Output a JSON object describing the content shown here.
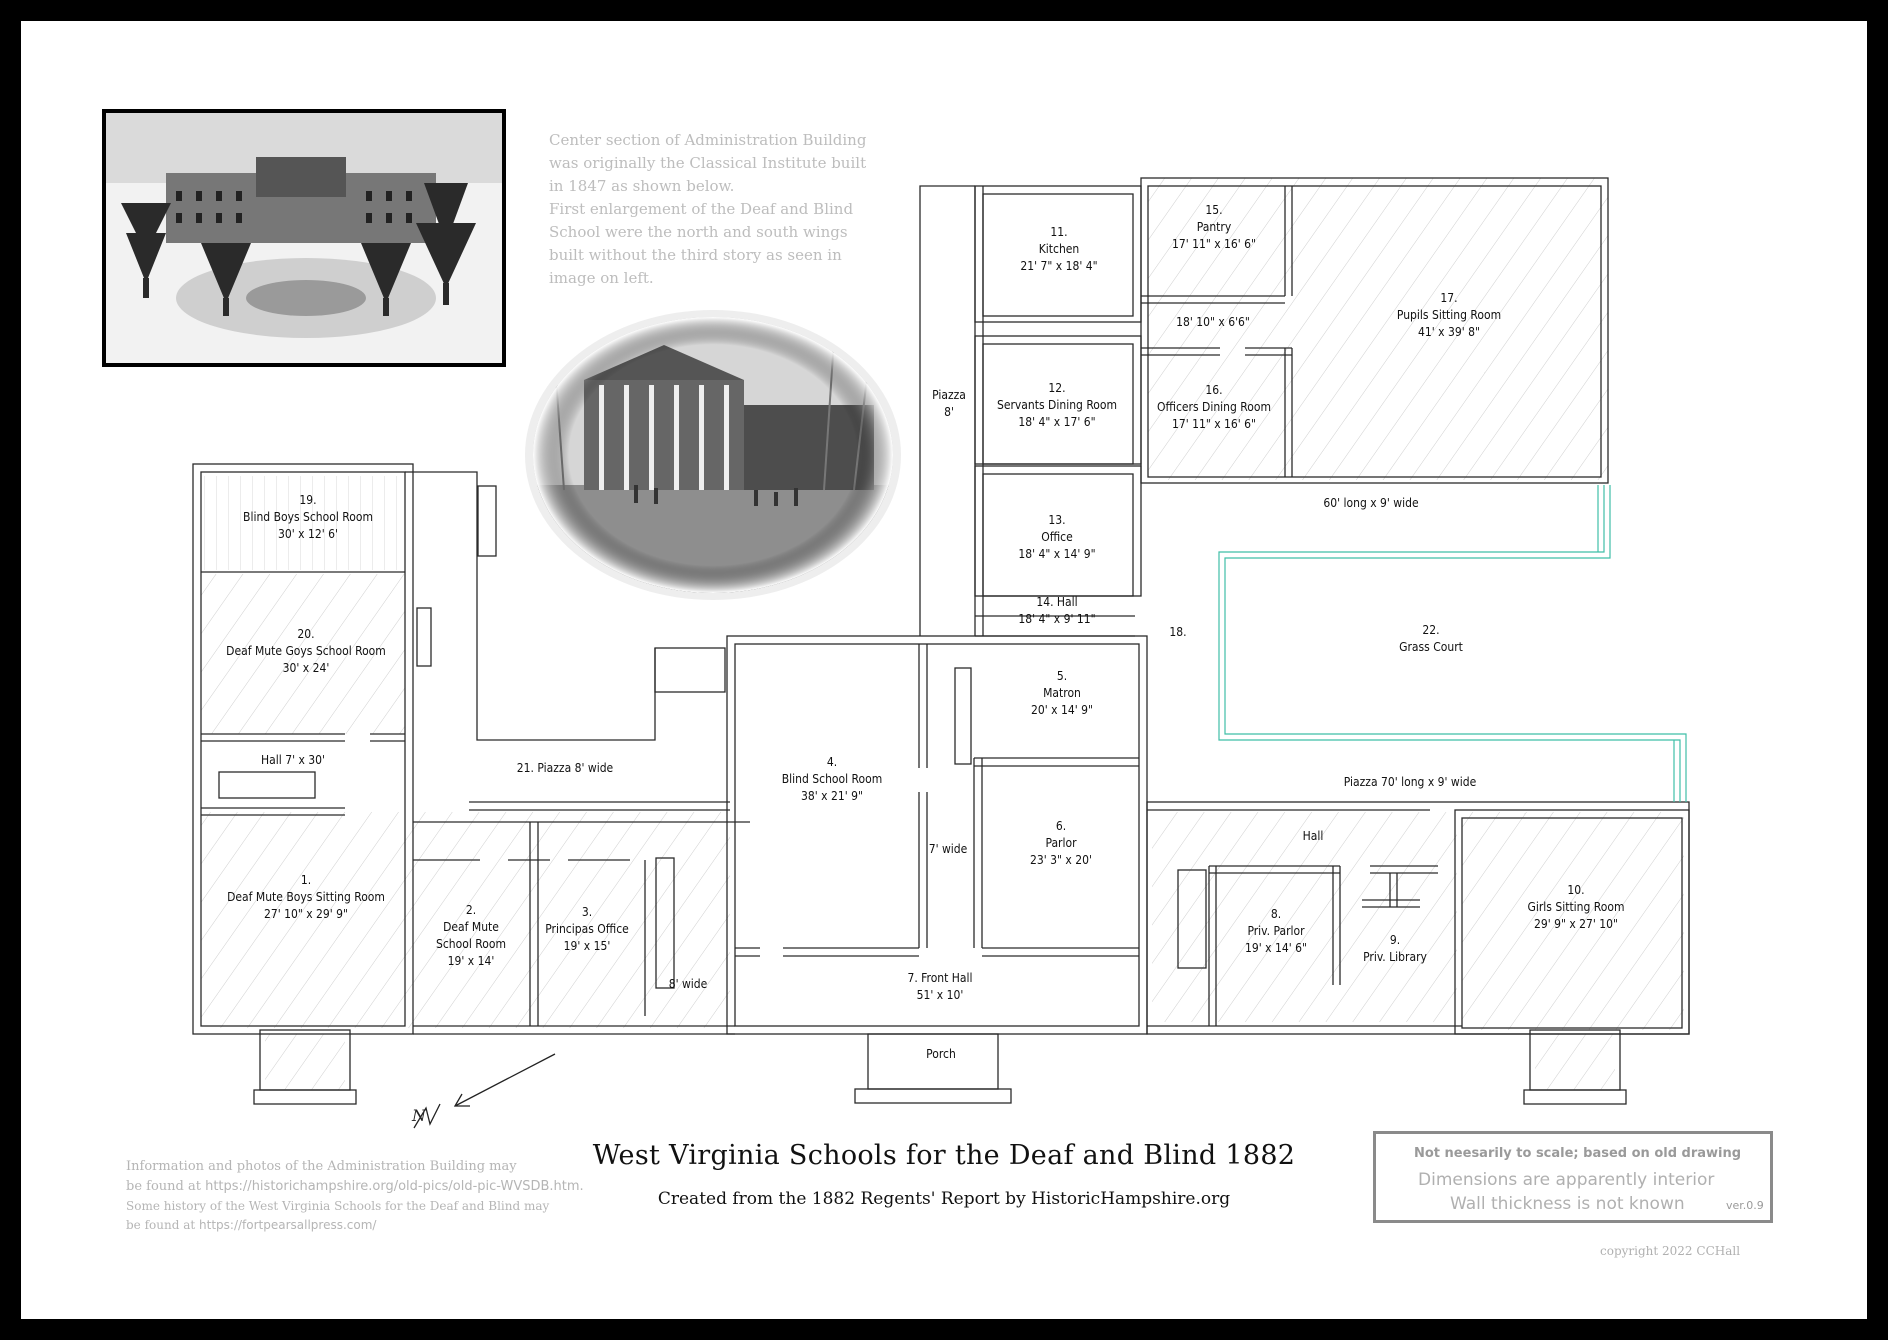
{
  "title": "West Virginia Schools for the Deaf and Blind 1882",
  "subtitle": "Created from the 1882 Regents' Report by HistoricHampshire.org",
  "history_note": [
    "Center section of Administration Building",
    "was originally the Classical Institute built",
    "in 1847 as shown below.",
    "First enlargement of the Deaf and Blind",
    "School were the north and south wings",
    "built without the third story as seen in",
    "image on left."
  ],
  "info_note": {
    "line1": "Information and photos of the Administration Building may",
    "line2_prefix": "be found at ",
    "line2_url": "https://historichampshire.org/old-pics/old-pic-WVSDB.htm.",
    "line3": "Some history of the West Virginia Schools for the Deaf and Blind may",
    "line4_prefix": "be found at ",
    "line4_url": "https://fortpearsallpress.com/"
  },
  "scale_box": {
    "line1": "Not neesarily to scale; based on old drawing",
    "line2": "Dimensions are apparently interior",
    "line3": "Wall thickness is not known",
    "version": "ver.0.9"
  },
  "copyright": "copyright 2022 CCHall",
  "north_label": "N",
  "rooms": {
    "r1": {
      "num": "1.",
      "name": "Deaf Mute Boys Sitting Room",
      "dim": "27' 10\" x 29' 9\""
    },
    "r2": {
      "num": "2.",
      "name": "Deaf Mute",
      "name2": "School Room",
      "dim": "19' x 14'"
    },
    "r3": {
      "num": "3.",
      "name": "Principas Office",
      "dim": "19' x 15'"
    },
    "r4": {
      "num": "4.",
      "name": "Blind School Room",
      "dim": "38' x 21' 9\""
    },
    "r5": {
      "num": "5.",
      "name": "Matron",
      "dim": "20' x 14' 9\""
    },
    "r6": {
      "num": "6.",
      "name": "Parlor",
      "dim": "23' 3\" x 20'"
    },
    "r7": {
      "num": "7.  Front Hall",
      "dim": "51' x 10'"
    },
    "r8": {
      "num": "8.",
      "name": "Priv. Parlor",
      "dim": "19' x 14' 6\""
    },
    "r9": {
      "num": "9.",
      "name": "Priv. Library"
    },
    "r10": {
      "num": "10.",
      "name": "Girls Sitting Room",
      "dim": "29' 9\" x 27' 10\""
    },
    "r11": {
      "num": "11.",
      "name": "Kitchen",
      "dim": "21' 7\" x 18' 4\""
    },
    "r12": {
      "num": "12.",
      "name": "Servants Dining Room",
      "dim": "18' 4\" x 17' 6\""
    },
    "r13": {
      "num": "13.",
      "name": "Office",
      "dim": "18' 4\" x 14' 9\""
    },
    "r14": {
      "num": "14.  Hall",
      "dim": "18' 4\" x 9' 11\""
    },
    "r15": {
      "num": "15.",
      "name": "Pantry",
      "dim": "17' 11\" x 16' 6\""
    },
    "r16": {
      "num": "16.",
      "name": "Officers Dining Room",
      "dim": "17' 11\" x 16' 6\""
    },
    "r17": {
      "num": "17.",
      "name": "Pupils Sitting Room",
      "dim": "41' x 39' 8\""
    },
    "r18": {
      "num": "18."
    },
    "r19": {
      "num": "19.",
      "name": "Blind Boys School Room",
      "dim": "30' x 12' 6'"
    },
    "r20": {
      "num": "20.",
      "name": "Deaf Mute Goys School Room",
      "dim": "30' x 24'"
    },
    "r21": {
      "num": "21.  Piazza  8' wide"
    },
    "r22": {
      "num": "22.",
      "name": "Grass Court"
    }
  },
  "labels": {
    "hall_7x30": "Hall  7' x 30'",
    "piazza_8": "Piazza",
    "piazza_8_dim": "8'",
    "passage_18x6": "18' 10\" x 6'6\"",
    "piazza_60": "60' long x 9' wide",
    "piazza_70": "Piazza  70' long x 9' wide",
    "hall_south": "Hall",
    "seven_wide": "7' wide",
    "eight_wide": "8' wide",
    "porch": "Porch"
  },
  "colors": {
    "page_border": "#000000",
    "wall": "#333333",
    "hatch": "#c8c8c8",
    "grass_court_outline": "#3fbfa8",
    "note_grey": "#b5b5b5"
  }
}
